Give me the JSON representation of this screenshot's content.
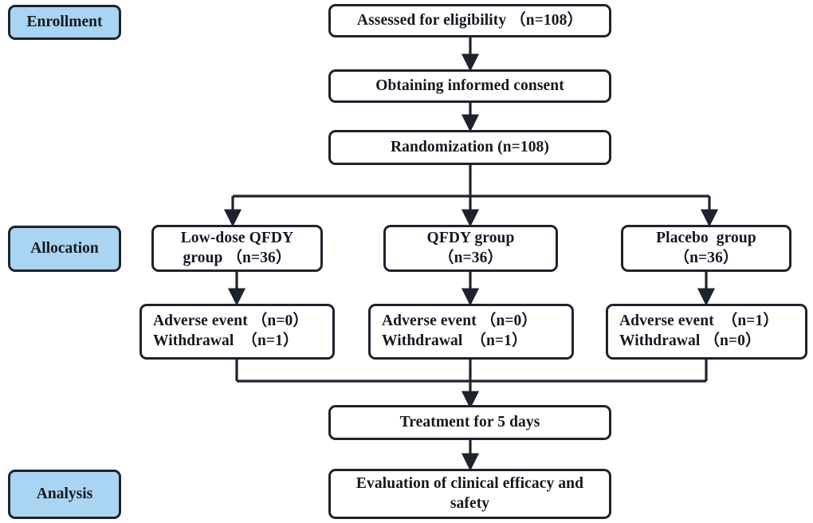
{
  "diagram": {
    "title": "CONSORT participant flow diagram",
    "colors": {
      "stage_fill": "#a9d5f2",
      "border": "#1d232e",
      "box_fill": "#ffffff",
      "text": "#14181f"
    }
  },
  "stages": [
    {
      "id": "enrollment",
      "label": "Enrollment"
    },
    {
      "id": "allocation",
      "label": "Allocation"
    },
    {
      "id": "analysis",
      "label": "Analysis"
    }
  ],
  "nodes": {
    "assessed": {
      "lines": [
        "Assessed for eligibility （n=108）"
      ]
    },
    "consent": {
      "lines": [
        "Obtaining informed consent"
      ]
    },
    "randomization": {
      "lines": [
        "Randomization (n=108)"
      ]
    },
    "group_low": {
      "lines": [
        "Low-dose QFDY",
        "group （n=36）"
      ]
    },
    "group_qfdy": {
      "lines": [
        "QFDY group",
        "（n=36）"
      ]
    },
    "group_placebo": {
      "lines": [
        "Placebo  group",
        "（n=36）"
      ]
    },
    "events_low": {
      "lines": [
        "Adverse event （n=0）",
        "Withdrawal  （n=1）"
      ]
    },
    "events_qfdy": {
      "lines": [
        "Adverse event （n=0）",
        "Withdrawal  （n=1）"
      ]
    },
    "events_placebo": {
      "lines": [
        "Adverse event  （n=1）",
        "Withdrawal （n=0）"
      ]
    },
    "treatment": {
      "lines": [
        "Treatment for 5 days"
      ]
    },
    "evaluation": {
      "lines": [
        "Evaluation of clinical efficacy and",
        "safety"
      ]
    }
  },
  "chart_data": {
    "type": "diagram",
    "title": "CONSORT flow diagram of a three-arm randomized trial",
    "stages": [
      "Enrollment",
      "Allocation",
      "Analysis"
    ],
    "flow": [
      {
        "step": "Assessed for eligibility",
        "n": 108
      },
      {
        "step": "Obtaining informed consent",
        "n": null
      },
      {
        "step": "Randomization",
        "n": 108
      },
      {
        "step": "Low-dose QFDY group",
        "n": 36,
        "adverse_event": 0,
        "withdrawal": 1
      },
      {
        "step": "QFDY group",
        "n": 36,
        "adverse_event": 0,
        "withdrawal": 1
      },
      {
        "step": "Placebo group",
        "n": 36,
        "adverse_event": 1,
        "withdrawal": 0
      },
      {
        "step": "Treatment for 5 days",
        "n": null
      },
      {
        "step": "Evaluation of clinical efficacy and safety",
        "n": null
      }
    ]
  }
}
